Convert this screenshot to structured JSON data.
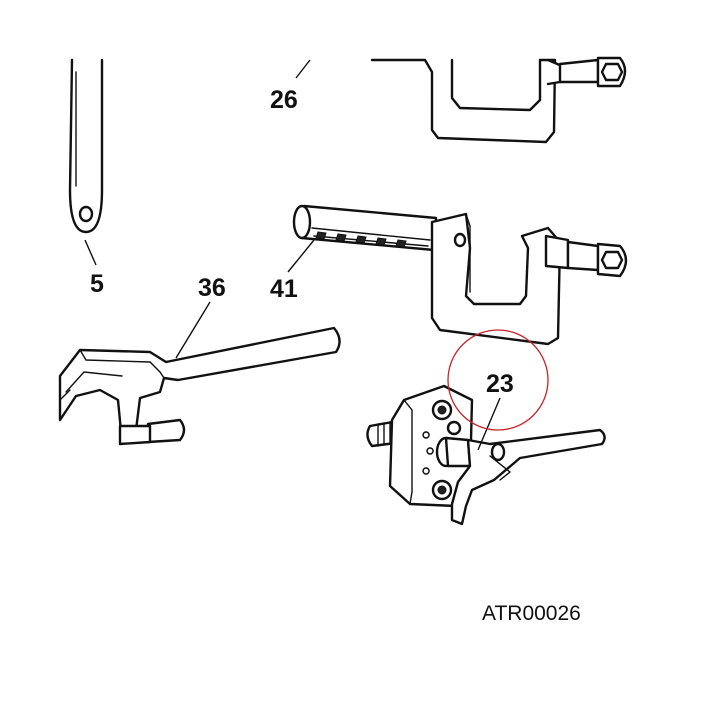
{
  "callouts": {
    "part_5": "5",
    "part_26": "26",
    "part_36": "36",
    "part_41": "41",
    "part_23": "23"
  },
  "reference_code": "ATR00026",
  "highlight_color": "#c8242a"
}
